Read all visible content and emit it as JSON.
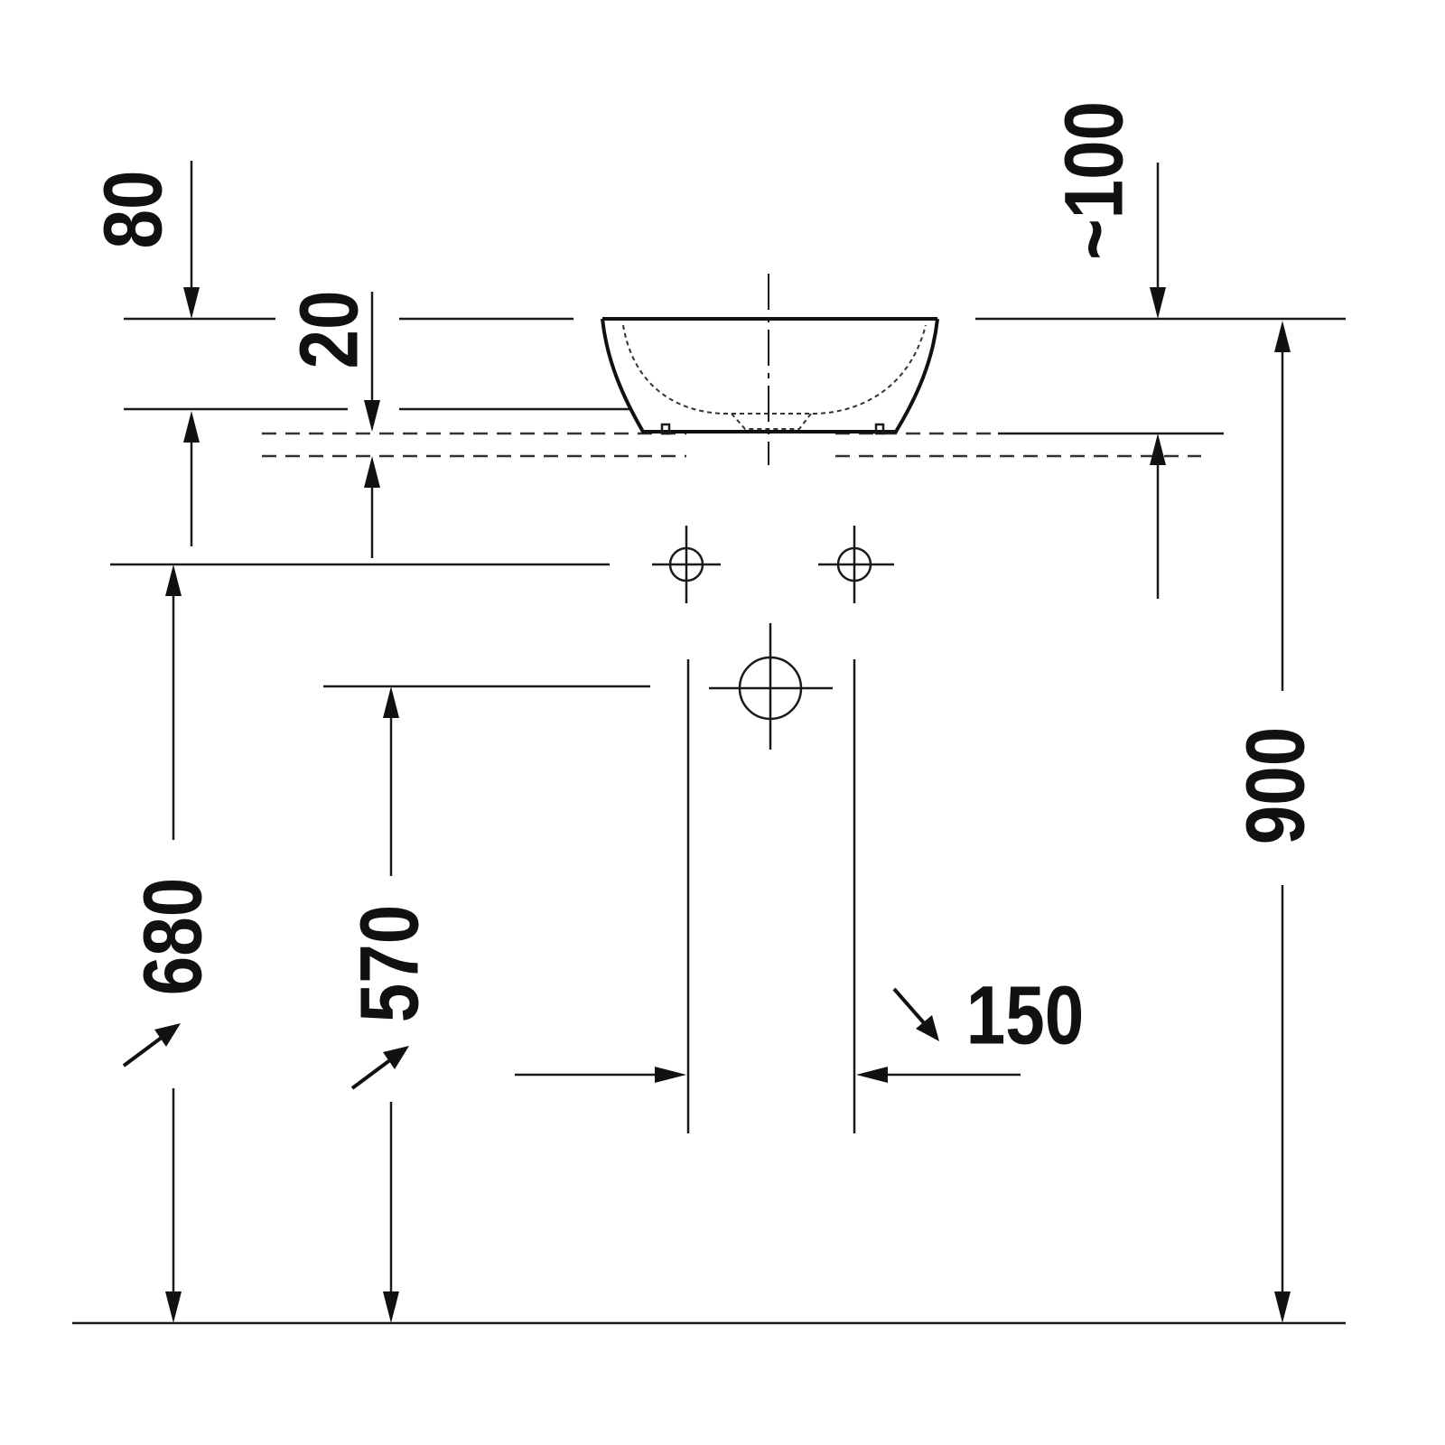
{
  "dimensions": {
    "top_offset": "80",
    "counter_thickness": "20",
    "basin_height": "~100",
    "total_height": "900",
    "supply_height": "680",
    "drain_height": "570",
    "supply_spacing": "150"
  }
}
